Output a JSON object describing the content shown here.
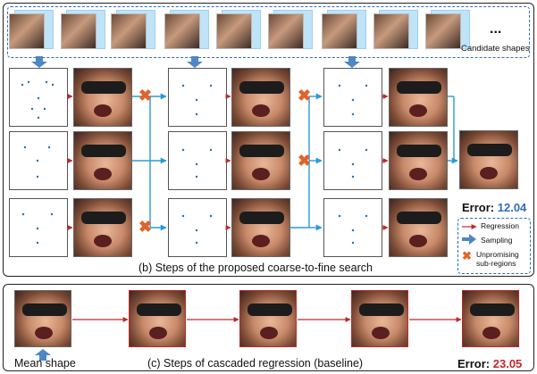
{
  "candidates_label": "Candidate shapes",
  "ellipsis": "...",
  "panel_b_caption": "(b) Steps of the proposed coarse-to-fine search",
  "panel_c_caption": "(c) Steps of cascaded regression (baseline)",
  "mean_shape_label": "Mean shape",
  "search_error": {
    "label": "Error:",
    "value": "12.04"
  },
  "baseline_error": {
    "label": "Error:",
    "value": "23.05"
  },
  "legend": {
    "regression": "Regression",
    "sampling": "Sampling",
    "unpromising": "Unpromising sub-regions"
  },
  "colors": {
    "regression": "#c0282a",
    "sampling": "#2c9ad8",
    "reject": "#e0632a",
    "good_error": "#2c6cc4",
    "bad_error": "#c0282a"
  }
}
